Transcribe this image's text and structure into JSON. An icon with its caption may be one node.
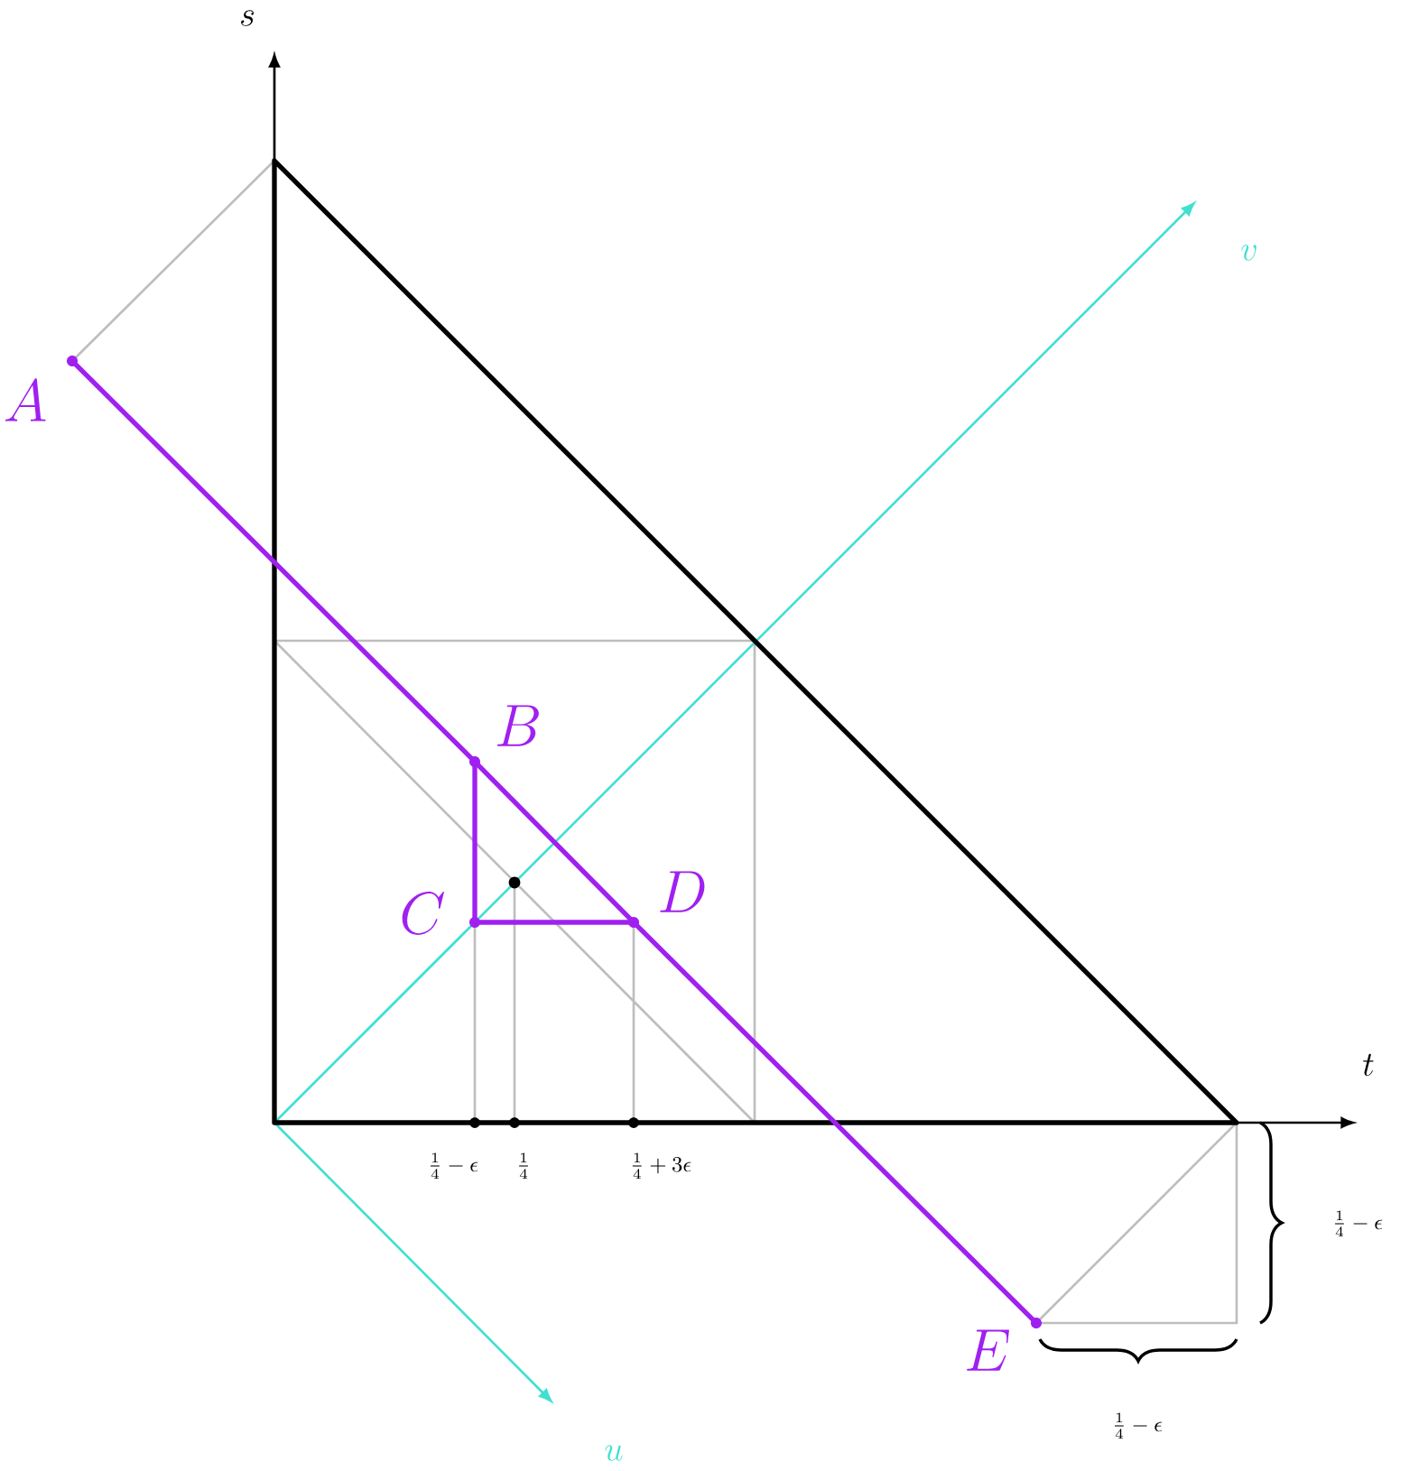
{
  "diagram": {
    "nodes": [
      {
        "text": [
          "A"
        ]
      },
      {
        "text": [
          "B"
        ]
      },
      {
        "text": [
          "C"
        ]
      },
      {
        "text": [
          "D"
        ]
      },
      {
        "text": [
          "E"
        ]
      }
    ],
    "edges": [
      {
        "from": 0,
        "to": 1,
        "arrow": "none"
      },
      {
        "from": 1,
        "to": 3,
        "arrow": "none"
      },
      {
        "from": 3,
        "to": 4,
        "arrow": "none"
      },
      {
        "from": 2,
        "to": 1,
        "arrow": "none"
      },
      {
        "from": 2,
        "to": 3,
        "arrow": "none"
      }
    ],
    "labels": [
      "s",
      "v",
      "t",
      "\\frac{1}{4}-\\epsilon",
      "\\frac{1}{4}",
      "\\frac{1}{4}+3\\epsilon",
      "\\frac{1}{4}-\\epsilon",
      "u",
      "\\frac{1}{4}-\\epsilon"
    ]
  }
}
